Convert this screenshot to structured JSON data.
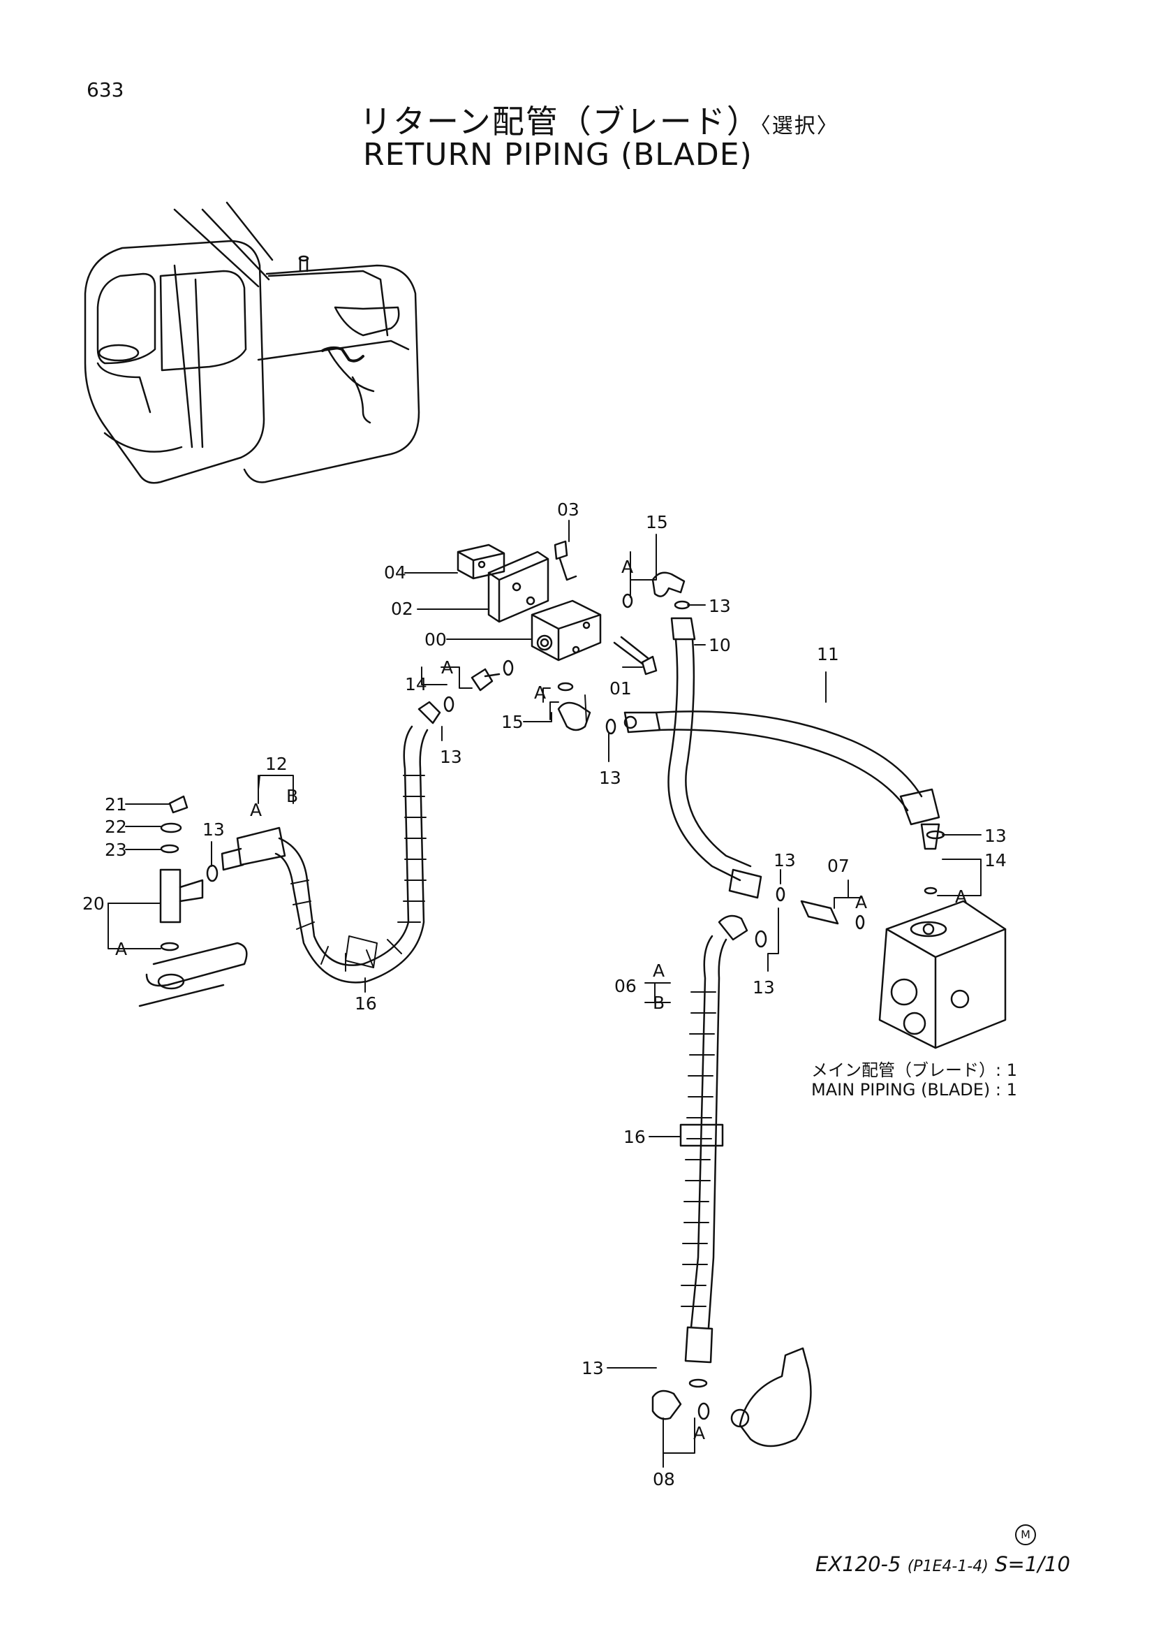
{
  "page_number": "633",
  "title_jp": "リターン配管（ブレード）",
  "title_jp_suffix": "〈選択〉",
  "title_en": "RETURN PIPING (BLADE)",
  "callouts": {
    "c00": "00",
    "c01": "01",
    "c02": "02",
    "c03": "03",
    "c04": "04",
    "c06": "06",
    "c07": "07",
    "c08": "08",
    "c10": "10",
    "c11": "11",
    "c12": "12",
    "c13": "13",
    "c14": "14",
    "c15": "15",
    "c16": "16",
    "c20": "20",
    "c21": "21",
    "c22": "22",
    "c23": "23",
    "a": "A",
    "b": "B"
  },
  "note_jp": "メイン配管（ブレード）: 1",
  "note_en": "MAIN PIPING (BLADE) : 1",
  "model_mark": "M",
  "footer_model": "EX120-5",
  "footer_code": "(P1E4-1-4)",
  "footer_scale": "S=1/10"
}
